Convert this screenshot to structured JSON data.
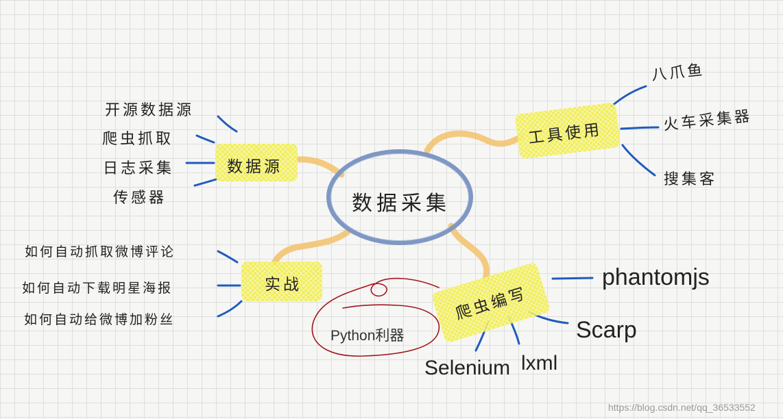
{
  "center": {
    "label": "数据采集"
  },
  "branches": {
    "data_source": {
      "label": "数据源",
      "leaves": [
        "开源数据源",
        "爬虫抓取",
        "日志采集",
        "传感器"
      ]
    },
    "tools": {
      "label": "工具使用",
      "leaves": [
        "八爪鱼",
        "火车采集器",
        "搜集客"
      ]
    },
    "practice": {
      "label": "实战",
      "leaves": [
        "如何自动抓取微博评论",
        "如何自动下载明星海报",
        "如何自动给微博加粉丝"
      ]
    },
    "crawler": {
      "label": "爬虫编写",
      "leaves": [
        "phantomjs",
        "Scarp",
        "lxml",
        "Selenium"
      ],
      "annotation": "Python利器"
    }
  },
  "watermark": "https://blog.csdn.net/qq_36533552",
  "colors": {
    "highlight": "#f1ee4c",
    "branch_line": "#f2c26a",
    "leaf_line": "#1f5bbd",
    "center_circle": "#7f97c4",
    "annotation": "#a3141c",
    "grid": "#dedede"
  }
}
